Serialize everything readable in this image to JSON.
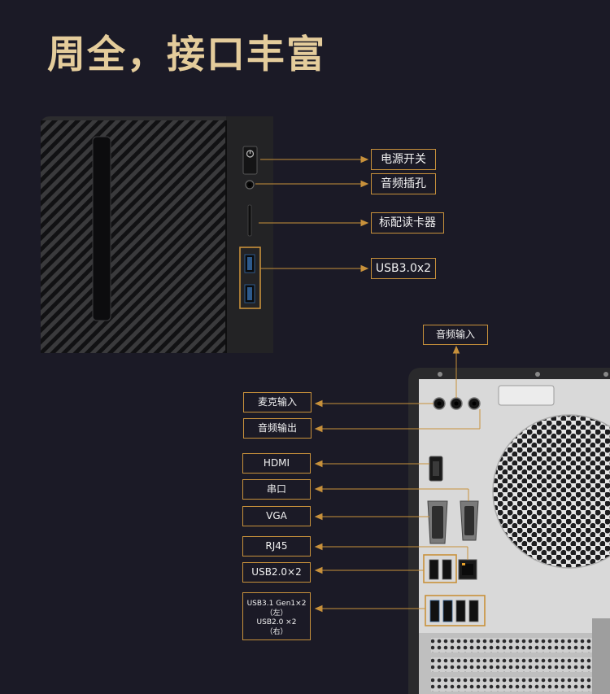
{
  "page": {
    "title": "周全，接口丰富"
  },
  "front_panel": {
    "labels": {
      "power": "电源开关",
      "audio_jack": "音频插孔",
      "card_reader": "标配读卡器",
      "usb3": "USB3.0x2"
    }
  },
  "rear_panel": {
    "labels": {
      "audio_in_top": "音频输入",
      "mic_in": "麦克输入",
      "audio_out": "音频输出",
      "hdmi": "HDMI",
      "serial": "串口",
      "vga": "VGA",
      "rj45": "RJ45",
      "usb2": "USB2.0×2",
      "usb_combo": [
        "USB3.1 Gen1×2",
        "（左）",
        "USB2.0 ×2",
        "（右）"
      ]
    }
  },
  "colors": {
    "background": "#1b1a26",
    "title": "#e4cc9b",
    "accent_orange": "#c8913b",
    "case_black": "#2a2a2c",
    "case_silver": "#d9d9d9"
  }
}
